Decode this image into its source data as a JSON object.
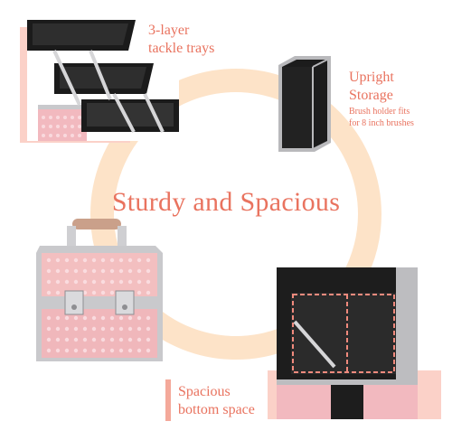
{
  "headline": "Sturdy and Spacious",
  "features": {
    "trays": {
      "label_line1": "3-layer",
      "label_line2": "tackle trays"
    },
    "upright": {
      "title_line1": "Upright",
      "title_line2": "Storage",
      "note_line1": "Brush holder fits",
      "note_line2": "for 8 inch brushes"
    },
    "bottom": {
      "label_line1": "Spacious",
      "label_line2": "bottom space"
    }
  },
  "colors": {
    "accent_text": "#e9735f",
    "ring": "#fde3c8",
    "panel_pink": "#fbd1c8",
    "bar_pink": "#f4a99a",
    "case_pink": "#f3bfc0",
    "case_silver": "#c9c9cc",
    "tray_black": "#1b1b1b"
  }
}
